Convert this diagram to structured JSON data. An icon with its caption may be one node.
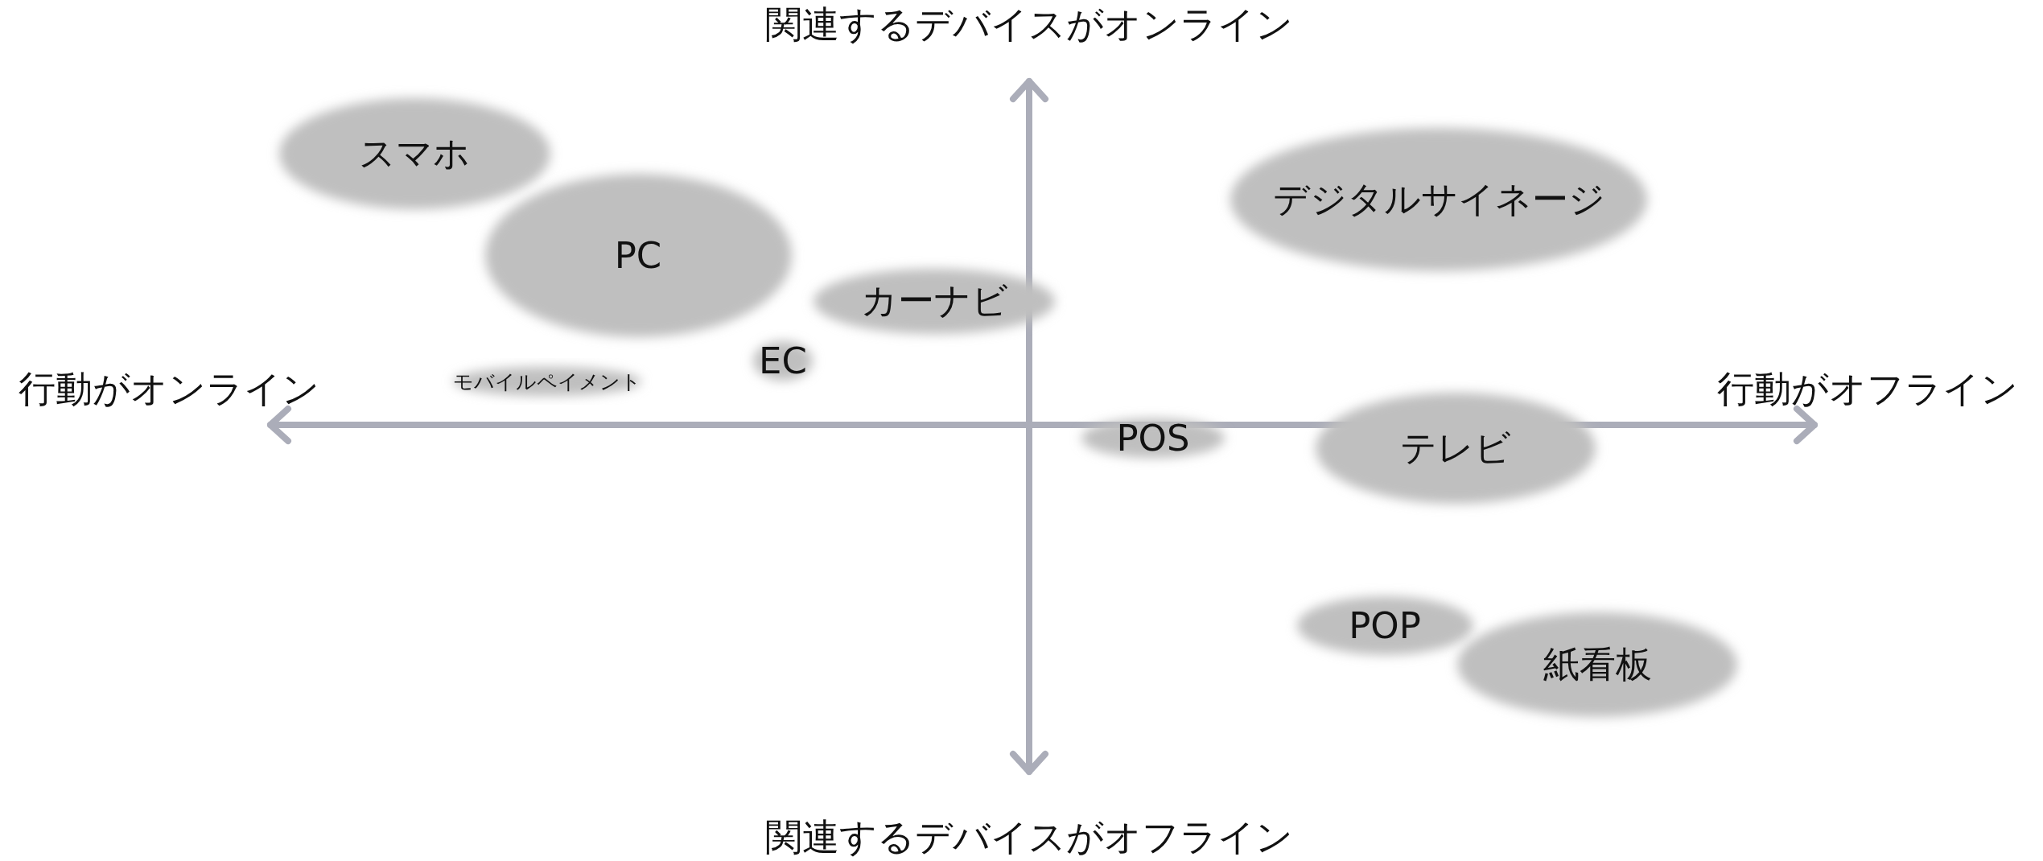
{
  "diagram": {
    "nodes": [
      {
        "text": [
          "スマホ"
        ]
      },
      {
        "text": [
          "デジタルサイネージ"
        ]
      },
      {
        "text": [
          "PC"
        ]
      },
      {
        "text": [
          "カーナビ"
        ]
      },
      {
        "text": [
          "EC"
        ]
      },
      {
        "text": [
          "モバイルペイメント"
        ]
      },
      {
        "text": [
          "POS"
        ]
      },
      {
        "text": [
          "テレビ"
        ]
      },
      {
        "text": [
          "POP"
        ]
      },
      {
        "text": [
          "紙看板"
        ]
      }
    ],
    "labels": [
      "関連するデバイスがオンライン",
      "行動がオンライン",
      "行動がオフライン",
      "関連するデバイスがオフライン"
    ]
  }
}
